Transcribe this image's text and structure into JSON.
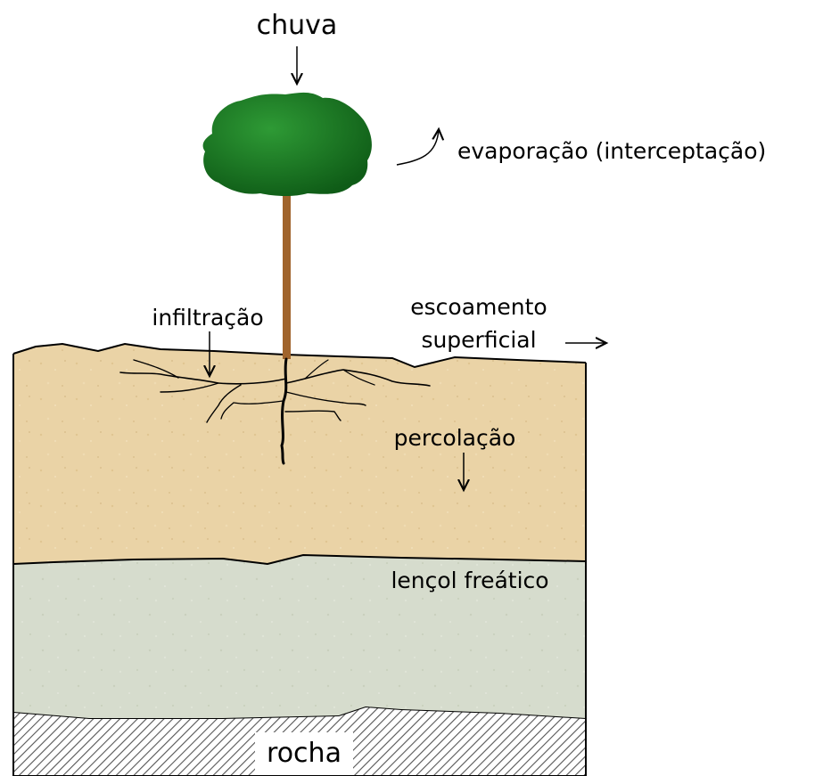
{
  "labels": {
    "rain": "chuva",
    "evaporation": "evaporação (interceptação)",
    "infiltration": "infiltração",
    "runoff_line1": "escoamento",
    "runoff_line2": "superficial",
    "percolation": "percolação",
    "water_table": "lençol freático",
    "rock": "rocha"
  },
  "colors": {
    "soil": "#ead3a6",
    "water_table_zone": "#d6dccd",
    "rock_hatch": "#555555",
    "tree_crown_light": "#2e9a35",
    "tree_crown_dark": "#0f5c17",
    "trunk": "#a0642c",
    "outline": "#000000"
  }
}
